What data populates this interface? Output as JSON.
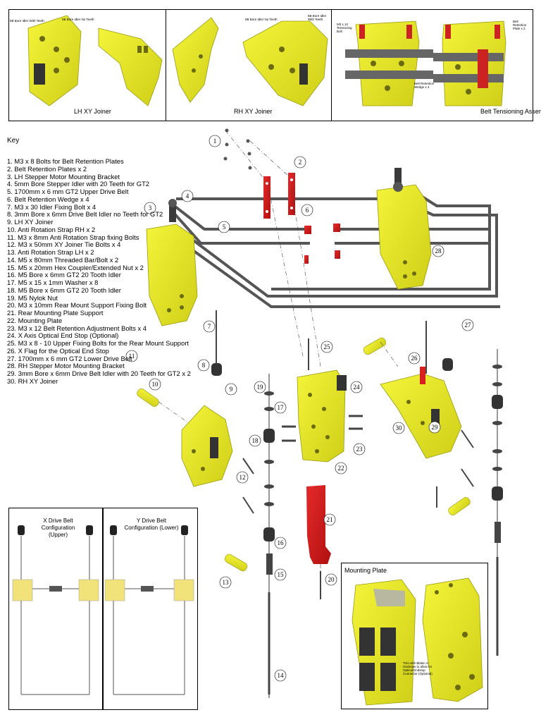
{
  "top_panels": {
    "lh_joiner": {
      "caption": "LH XY Joiner",
      "note_left": "5B Bore Idler With Teeth",
      "note_right": "5B Bore Idler No Teeth"
    },
    "rh_joiner": {
      "caption": "RH XY Joiner",
      "note_left": "5B Bore Idler No Teeth",
      "note_right": "5B Bore Idler With Teeth"
    },
    "belt_tensioning": {
      "caption": "Belt Tensioning Assembly",
      "note_bolt": "M3 x 12 Tensioning Bolt",
      "note_wedge": "Belt Retention Wedge x 4",
      "note_plate": "Belt Retention Plate x 2"
    }
  },
  "key": {
    "title": "Key",
    "items": [
      "1. M3 x 8 Bolts for Belt Retention Plates",
      "2. Belt Retention Plates x 2",
      "3. LH Stepper Motor Mounting Bracket",
      "4. 5mm Bore Stepper Idler with 20 Teeth for GT2",
      "5. 1700mm x 6 mm GT2 Upper Drive Belt",
      "6. Belt Retention Wedge x 4",
      "7. M3 x 30 Idler Fixing Bolt x 4",
      "8. 3mm Bore x 6mm Drive Belt Idler no Teeth for GT2",
      "9. LH XY Joiner",
      "10. Anti Rotation Strap RH x 2",
      "11. M3 x 8mm Anti Rotation Strap fixing Bolts",
      "12. M3 x 50mm XY Joiner Tie Bolts x 4",
      "13. Anti Rotation Strap LH x 2",
      "14. M5 x 80mm Threaded Bar/Bolt x 2",
      "15. M5 x 20mm Hex Coupler/Extended Nut x 2",
      "16. M5 Bore x 6mm GT2 20 Tooth Idler",
      "17. M5 x 15 x 1mm Washer x 8",
      "18. M5 Bore x 6mm GT2 20 Tooth Idler",
      "19. M5 Nylok Nut",
      "20. M3 x 10mm Rear Mount Support Fixing Bolt",
      "21. Rear Mounting Plate Support",
      "22. Mounting Plate",
      "23. M3 x 12 Belt Retention Adjustment Bolts x 4",
      "24. X Axis Optical End Stop (Optional)",
      "25. M3 x 8 - 10 Upper Fixing Bolts for the Rear Mount Support",
      "26. X Flag for the Optical End Stop",
      "27. 1700mm x 6 mm GT2 Lower Drive Belt",
      "28. RH Stepper Motor Mounting Bracket",
      "29. 3mm Bore x 6mm Drive Belt Idler with 20 Teeth for GT2 x 2",
      "30. RH XY Joiner"
    ]
  },
  "belt_config": {
    "x_label": "X  Drive Belt Configuration (Upper)",
    "y_label": "Y  Drive Belt Configuration (Lower)"
  },
  "mounting_plate": {
    "title": "Mounting Plate",
    "note": "Trim with Blade or Hacksaw to allow for Optical Endstop Connector (Optional)"
  },
  "callouts": [
    "1",
    "2",
    "3",
    "4",
    "5",
    "6",
    "7",
    "8",
    "9",
    "10",
    "11",
    "12",
    "13",
    "14",
    "15",
    "16",
    "17",
    "18",
    "19",
    "20",
    "21",
    "22",
    "23",
    "24",
    "25",
    "26",
    "27",
    "28",
    "29",
    "30"
  ],
  "colors": {
    "part_yellow": "#ecec2a",
    "part_yellow_dark": "#c9c816",
    "plate_red": "#d81e1e",
    "belt_gray": "#5a5a5a",
    "metal_dark": "#3a3a3a"
  }
}
